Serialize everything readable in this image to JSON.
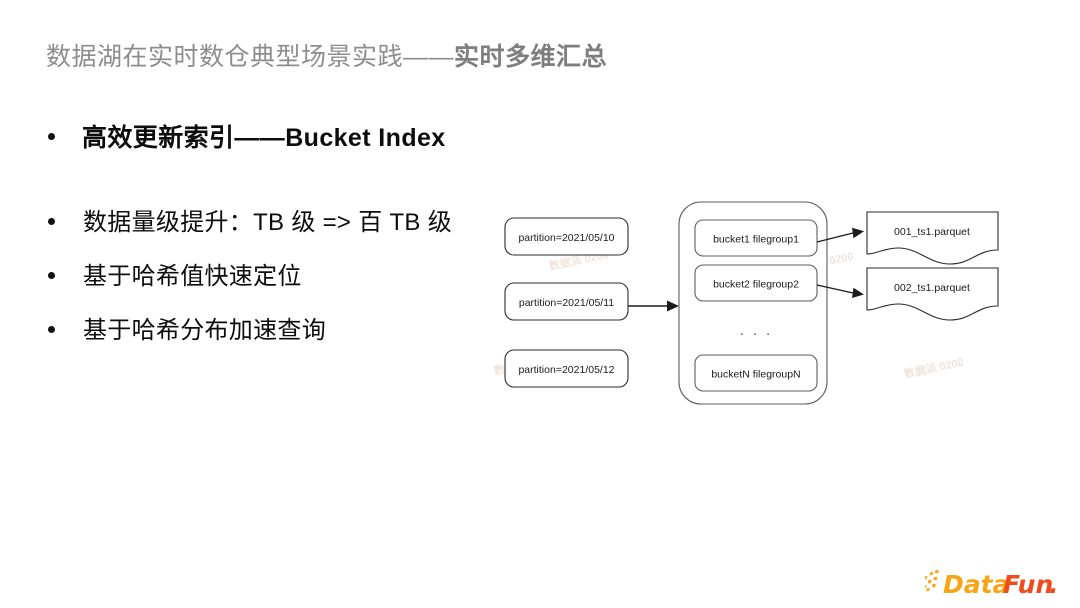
{
  "slide": {
    "title_normal": "数据湖在实时数仓典型场景实践——",
    "title_strong": "实时多维汇总",
    "title_color_normal": "#8d8d8d",
    "title_color_strong": "#7e7e7e",
    "background": "#ffffff"
  },
  "bullets": {
    "lead": "高效更新索引——Bucket Index",
    "items": [
      "数据量级提升：TB 级 => 百 TB 级",
      "基于哈希值快速定位",
      "基于哈希分布加速查询"
    ],
    "marker": "•",
    "text_color": "#0d0d0d"
  },
  "diagram": {
    "partitions": [
      "partition=2021/05/10",
      "partition=2021/05/11",
      "partition=2021/05/12"
    ],
    "buckets": [
      "bucket1 filegroup1",
      "bucket2 filegroup2",
      "bucketN filegroupN"
    ],
    "bucket_ellipsis": "· · ·",
    "files": [
      "001_ts1.parquet",
      "002_ts1.parquet"
    ],
    "stroke_color": "#2b2b2b",
    "fill_color": "#ffffff",
    "watermark": "数据派 0200"
  },
  "logo": {
    "word_data": "Data",
    "word_fun": "Fun",
    "word_dot": ".",
    "color_data": "#f5a516",
    "color_fun": "#f04b1e",
    "color_dots": "#f7b32b"
  }
}
